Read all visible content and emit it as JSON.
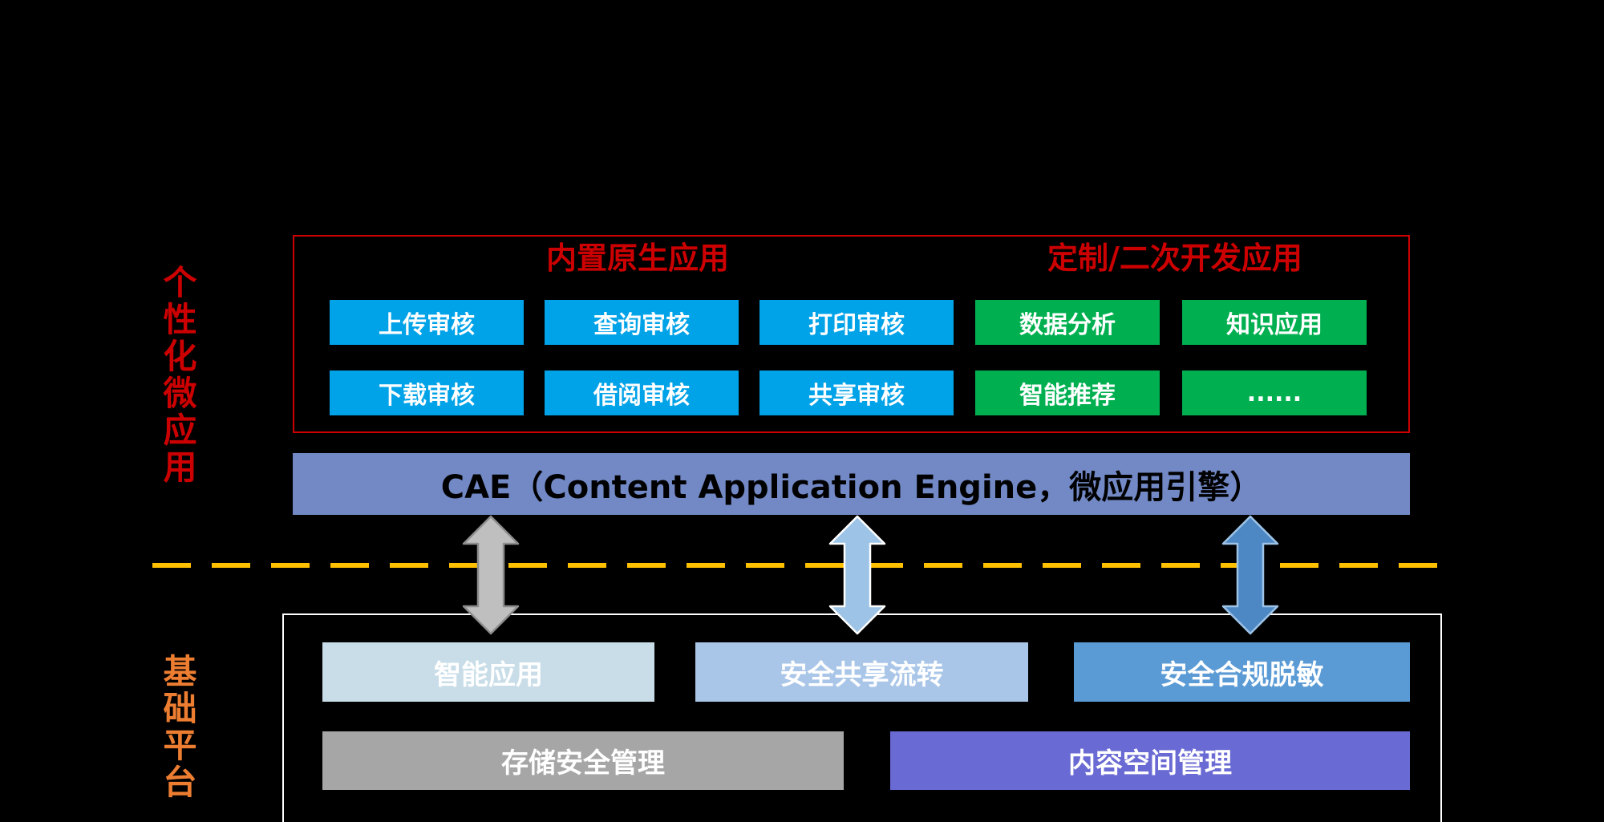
{
  "colors": {
    "background": "#000000",
    "accent_red": "#cc0000",
    "accent_orange": "#ed7d31",
    "app_blue": "#00a2e8",
    "app_green": "#00b050",
    "engine_bar_blue": "#7289c6",
    "dashed_line_orange": "#ffc000",
    "arrow_gray": "#bfbfbf",
    "arrow_light_blue": "#9dc3e6",
    "arrow_blue": "#4d88c4",
    "platform_pale_blue": "#c8dde8",
    "platform_light_blue": "#a9c6e8",
    "platform_blue": "#5b9bd5",
    "platform_gray": "#a6a6a6",
    "platform_purple": "#6a6ad4"
  },
  "app_layer": {
    "side_label": "个性化微应用",
    "native_group_title": "内置原生应用",
    "custom_group_title": "定制/二次开发应用",
    "native_apps": [
      "上传审核",
      "查询审核",
      "打印审核",
      "下载审核",
      "借阅审核",
      "共享审核"
    ],
    "custom_apps": [
      "数据分析",
      "知识应用",
      "智能推荐",
      "......"
    ]
  },
  "engine_bar": {
    "label": "CAE（Content Application Engine，微应用引擎）"
  },
  "platform_layer": {
    "side_label": "基础平台",
    "capability_row": [
      "智能应用",
      "安全共享流转",
      "安全合规脱敏"
    ],
    "management_row": [
      "存储安全管理",
      "内容空间管理"
    ]
  }
}
